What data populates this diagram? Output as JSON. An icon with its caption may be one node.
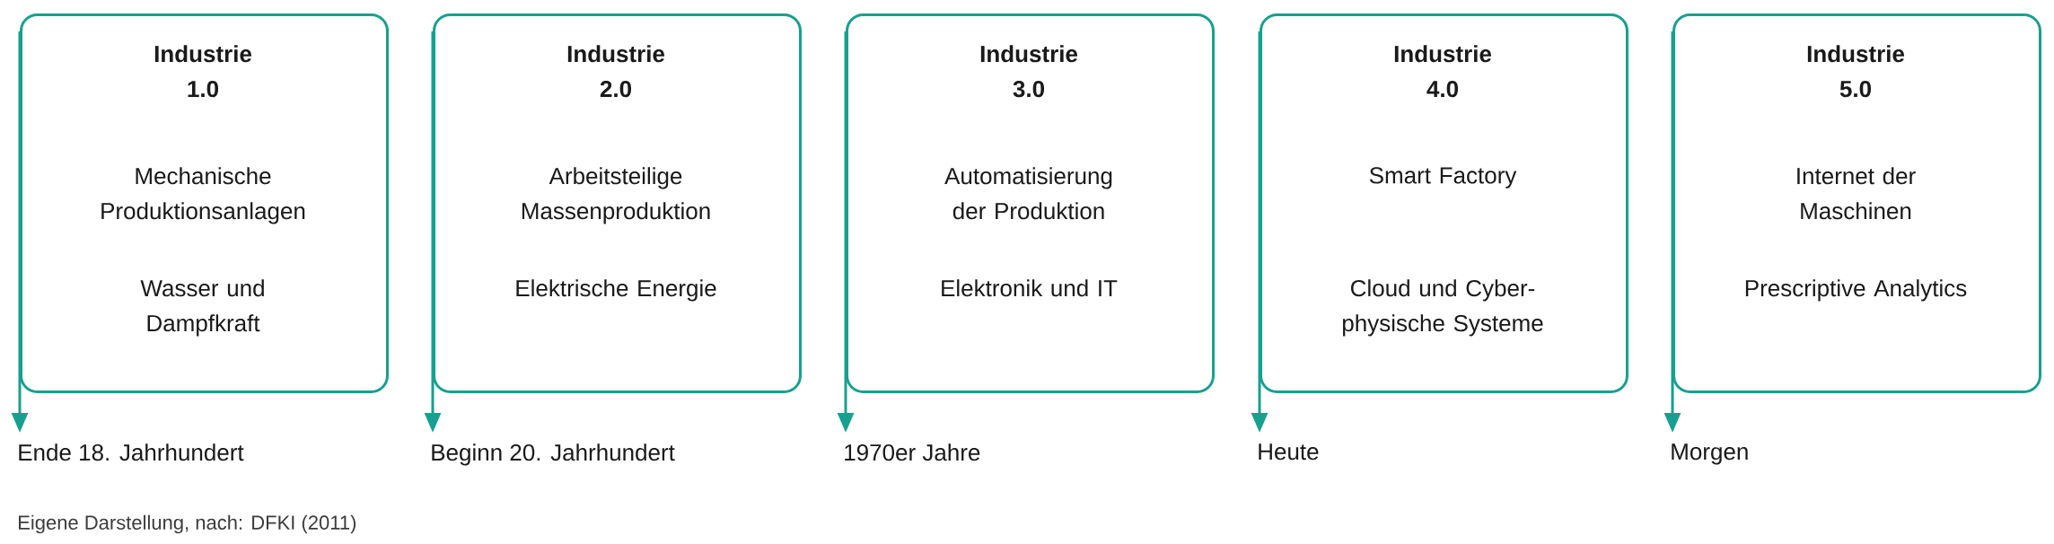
{
  "diagram": {
    "caption": "Eigene Darstellung, nach: DFKI (2011)",
    "nodes": [
      {
        "text": [
          "Industrie 1.0",
          "Mechanische Produktionsanlagen",
          "Wasser und Dampfkraft"
        ]
      },
      {
        "text": [
          "Industrie 2.0",
          "Arbeitsteilige Massenproduktion",
          "Elektrische Energie"
        ]
      },
      {
        "text": [
          "Industrie 3.0",
          "Automatisierung der Produktion",
          "Elektronik und IT"
        ]
      },
      {
        "text": [
          "Industrie 4.0",
          "Smart Factory",
          "Cloud und Cyber-physische Systeme"
        ]
      },
      {
        "text": [
          "Industrie 5.0",
          "Internet der Maschinen",
          "Prescriptive Analytics"
        ]
      },
      {
        "text": [
          "Ende 18. Jahrhundert"
        ]
      },
      {
        "text": [
          "Beginn 20. Jahrhundert"
        ]
      },
      {
        "text": [
          "1970er Jahre"
        ]
      },
      {
        "text": [
          "Heute"
        ]
      },
      {
        "text": [
          "Morgen"
        ]
      }
    ],
    "edges": [
      {
        "from": 0,
        "to": 5,
        "arrow": "to"
      },
      {
        "from": 1,
        "to": 6,
        "arrow": "to"
      },
      {
        "from": 2,
        "to": 7,
        "arrow": "to"
      },
      {
        "from": 3,
        "to": 8,
        "arrow": "to"
      },
      {
        "from": 4,
        "to": 9,
        "arrow": "to"
      }
    ]
  }
}
